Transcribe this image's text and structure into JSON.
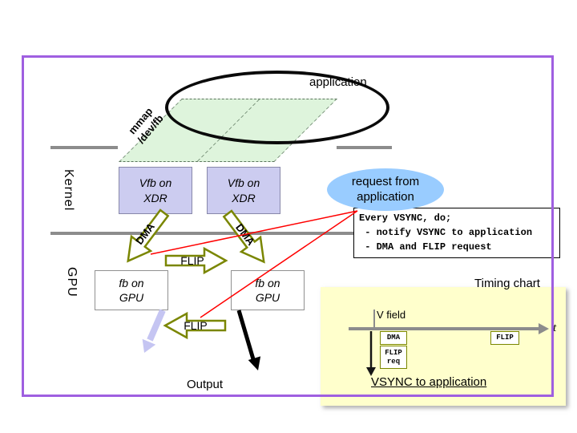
{
  "labels": {
    "application": "application",
    "mmap": "mmap\n/dev/fb",
    "kernel": "Kernel",
    "gpu": "GPU",
    "output": "Output"
  },
  "kernel_layer": {
    "vfb1": "Vfb on\nXDR",
    "vfb2": "Vfb on\nXDR"
  },
  "gpu_layer": {
    "fb1": "fb on\nGPU",
    "fb2": "fb on\nGPU"
  },
  "arrows": {
    "dma1": "DMA",
    "dma2": "DMA",
    "flip_top": "FLIP",
    "flip_bottom": "FLIP"
  },
  "request_bubble": "request from\napplication",
  "vsync_note": "Every VSYNC, do;\n - notify VSYNC to application\n - DMA and FLIP request",
  "timing_chart": {
    "title": "Timing chart",
    "v_field": "V field",
    "time_axis": "t",
    "dma_chip": "DMA",
    "flip_req_chip": "FLIP\nreq",
    "flip_chip": "FLIP",
    "vsync_label": "VSYNC to application"
  },
  "colors": {
    "slide_border": "#9f5fe0",
    "plane_fill": "#def4dc",
    "vfb_fill": "#ccccf0",
    "bubble_fill": "#99ccff",
    "timing_panel_fill": "#ffffcc",
    "arrow_outline": "#7a8600",
    "request_line": "#ff0000",
    "display_arrow": "#c5c5f2",
    "layer_line": "#8c8c8c"
  }
}
